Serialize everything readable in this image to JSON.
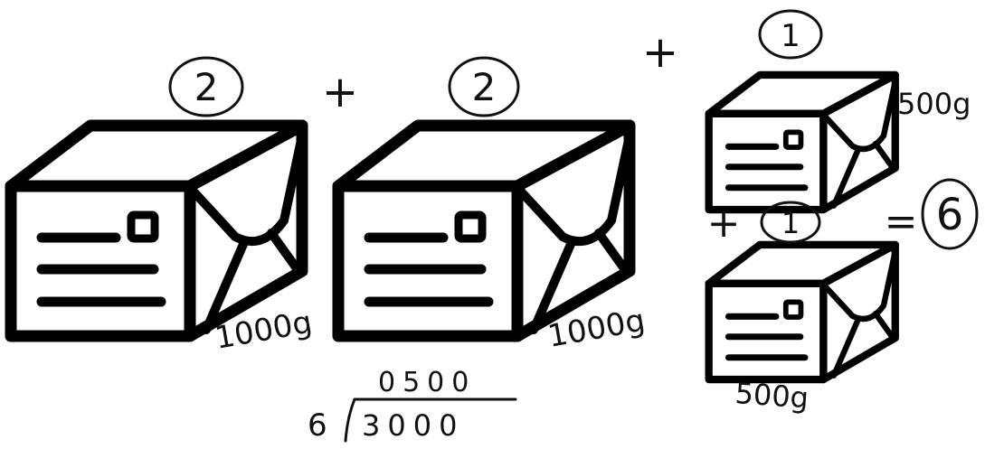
{
  "packages": [
    {
      "id": "box-1",
      "count": "2",
      "weight": "1000g"
    },
    {
      "id": "box-2",
      "count": "2",
      "weight": "1000g"
    },
    {
      "id": "box-3",
      "count": "1",
      "weight": "500g"
    },
    {
      "id": "box-4",
      "count": "1",
      "weight": "500g"
    }
  ],
  "operators": {
    "plus": "+",
    "equals": "="
  },
  "total": "6",
  "division": {
    "divisor": "6",
    "dividend": "3000",
    "quotient": "0500"
  },
  "colors": {
    "ink": "#111111",
    "paper": "#ffffff"
  }
}
